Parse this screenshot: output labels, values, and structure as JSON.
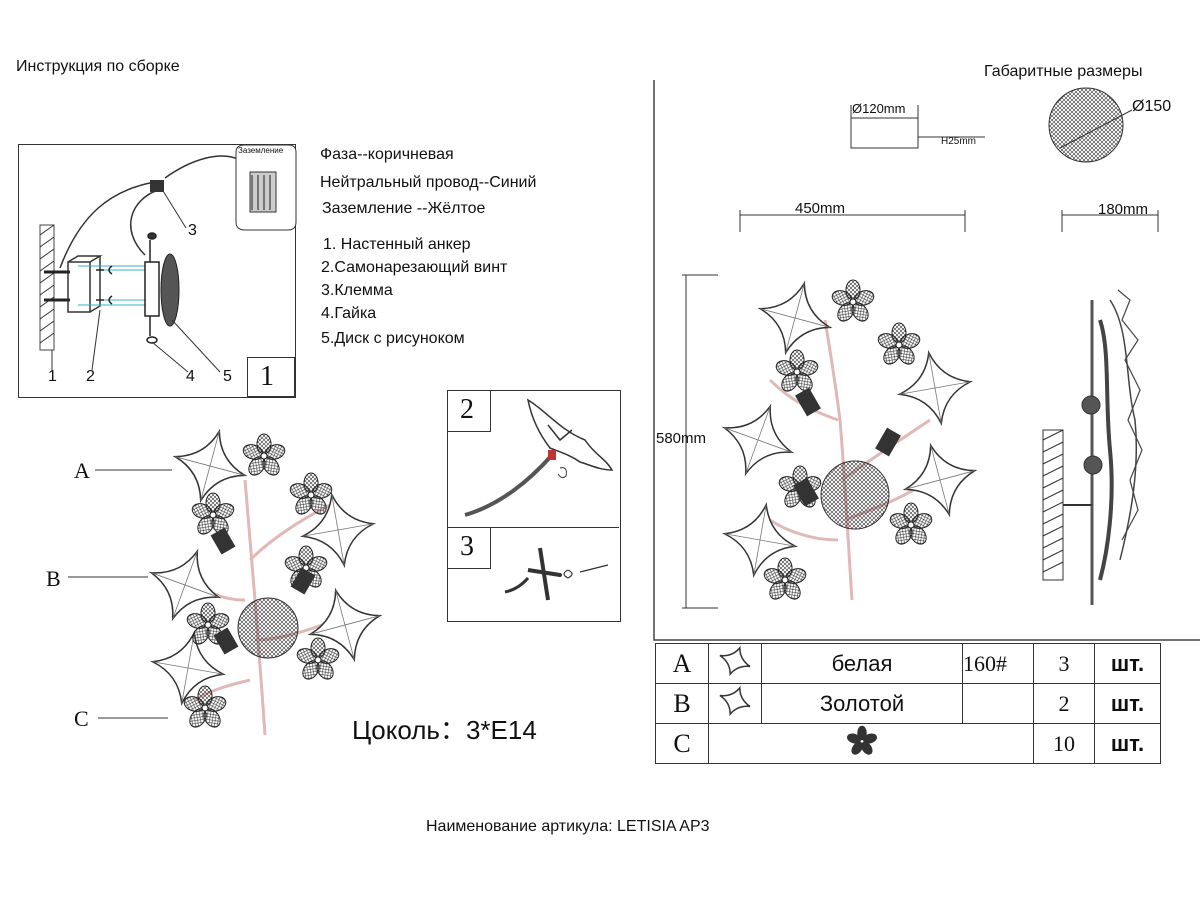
{
  "left_title": "Инструкция по сборке",
  "right_title": "Габаритные размеры",
  "wiring": [
    "Фаза--коричневая",
    "Нейтральный провод--Синий",
    "Заземление --Жёлтое"
  ],
  "parts": [
    "1. Настенный анкер",
    "2.Самонарезающий винт",
    "3.Клемма",
    "4.Гайка",
    "5.Диск с рисуноком"
  ],
  "step1": {
    "number": "1",
    "callouts": [
      "1",
      "2",
      "3",
      "4",
      "5"
    ],
    "terminal_label": "Заземление"
  },
  "step2": {
    "number": "2"
  },
  "step3": {
    "number": "3"
  },
  "front_labels": [
    "A",
    "B",
    "C"
  ],
  "base": "Цоколь：3*E14",
  "dimensions": {
    "disc_diameter": "Ø120mm",
    "disc_height": "H25mm",
    "plate_diameter": "Ø150",
    "width": "450mm",
    "depth": "180mm",
    "height": "580mm"
  },
  "table": [
    {
      "letter": "A",
      "icon": "star-glass-icon",
      "name": "белая",
      "code": "160#",
      "qty": "3",
      "unit": "шт."
    },
    {
      "letter": "B",
      "icon": "star-glass-icon",
      "name": "Золотой",
      "code": "",
      "qty": "2",
      "unit": "шт."
    },
    {
      "letter": "C",
      "icon": "flower-crystal-icon",
      "name": "",
      "code": "",
      "qty": "10",
      "unit": "шт."
    }
  ],
  "article": "Наименование артикула: LETISIA AP3"
}
